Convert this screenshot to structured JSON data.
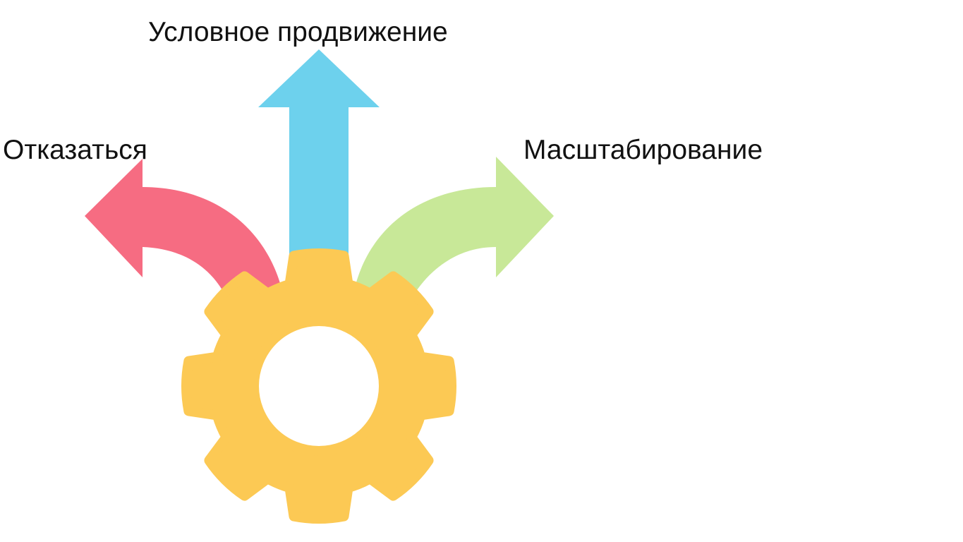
{
  "labels": {
    "up": "Условное продвижение",
    "left": "Отказаться",
    "right": "Масштабирование"
  },
  "colors": {
    "up_arrow": "#6dd1ed",
    "left_arrow": "#f66c82",
    "right_arrow": "#c8e898",
    "gear": "#fcc954",
    "background": "#ffffff"
  },
  "icons": {
    "gear": "gear-icon",
    "up": "arrow-up-icon",
    "left": "arrow-curved-left-icon",
    "right": "arrow-curved-right-icon"
  }
}
